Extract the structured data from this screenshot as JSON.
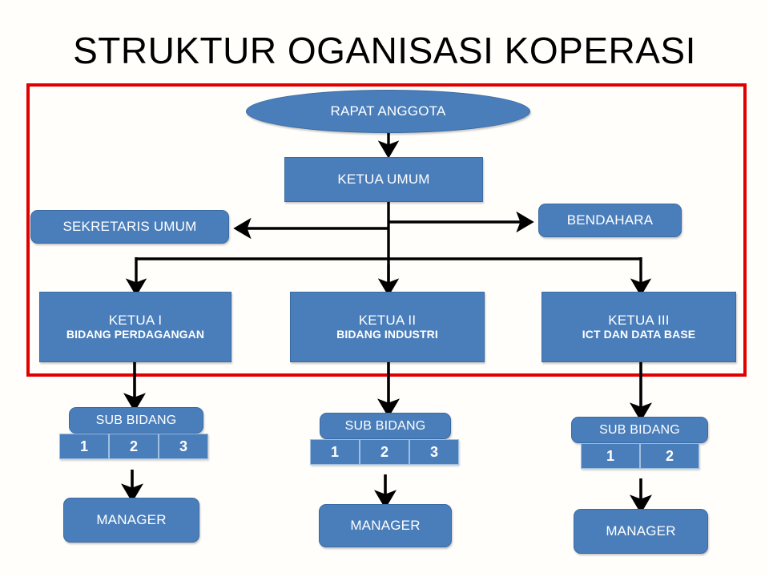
{
  "title": "STRUKTUR OGANISASI KOPERASI",
  "colors": {
    "node_fill": "#4a7ebb",
    "node_stroke": "#3a6aa3",
    "frame_red": "#e00000",
    "text_on_node": "#ffffff",
    "title_text": "#000000",
    "background": "#fffefb",
    "connector": "#000000"
  },
  "chart_data": {
    "type": "diagram",
    "subtype": "organizational-chart",
    "title": "STRUKTUR OGANISASI KOPERASI",
    "nodes": [
      {
        "id": "rapat_anggota",
        "label": "RAPAT ANGGOTA",
        "shape": "ellipse",
        "level": 0
      },
      {
        "id": "ketua_umum",
        "label": "KETUA UMUM",
        "shape": "rectangle",
        "level": 1
      },
      {
        "id": "sekretaris_umum",
        "label": "SEKRETARIS UMUM",
        "shape": "rounded-rectangle",
        "level": 2
      },
      {
        "id": "bendahara",
        "label": "BENDAHARA",
        "shape": "rounded-rectangle",
        "level": 2
      },
      {
        "id": "ketua_1",
        "label": "KETUA I",
        "sublabel": "BIDANG PERDAGANGAN",
        "shape": "rectangle",
        "level": 3
      },
      {
        "id": "ketua_2",
        "label": "KETUA II",
        "sublabel": "BIDANG INDUSTRI",
        "shape": "rectangle",
        "level": 3
      },
      {
        "id": "ketua_3",
        "label": "KETUA III",
        "sublabel": "ICT DAN DATA BASE",
        "shape": "rectangle",
        "level": 3
      },
      {
        "id": "sub_bidang_1",
        "label": "SUB BIDANG",
        "shape": "rounded-rectangle",
        "level": 4,
        "cells": [
          "1",
          "2",
          "3"
        ]
      },
      {
        "id": "sub_bidang_2",
        "label": "SUB BIDANG",
        "shape": "rounded-rectangle",
        "level": 4,
        "cells": [
          "1",
          "2",
          "3"
        ]
      },
      {
        "id": "sub_bidang_3",
        "label": "SUB BIDANG",
        "shape": "rounded-rectangle",
        "level": 4,
        "cells": [
          "1",
          "2"
        ]
      },
      {
        "id": "manager_1",
        "label": "MANAGER",
        "shape": "rounded-rectangle",
        "level": 5
      },
      {
        "id": "manager_2",
        "label": "MANAGER",
        "shape": "rounded-rectangle",
        "level": 5
      },
      {
        "id": "manager_3",
        "label": "MANAGER",
        "shape": "rounded-rectangle",
        "level": 5
      }
    ],
    "edges": [
      {
        "from": "rapat_anggota",
        "to": "ketua_umum",
        "arrow": true
      },
      {
        "from": "ketua_umum",
        "to": "sekretaris_umum",
        "arrow": true
      },
      {
        "from": "ketua_umum",
        "to": "bendahara",
        "arrow": true
      },
      {
        "from": "ketua_umum",
        "to": "ketua_1",
        "arrow": true
      },
      {
        "from": "ketua_umum",
        "to": "ketua_2",
        "arrow": true
      },
      {
        "from": "ketua_umum",
        "to": "ketua_3",
        "arrow": true
      },
      {
        "from": "ketua_1",
        "to": "sub_bidang_1",
        "arrow": true
      },
      {
        "from": "ketua_2",
        "to": "sub_bidang_2",
        "arrow": true
      },
      {
        "from": "ketua_3",
        "to": "sub_bidang_3",
        "arrow": true
      },
      {
        "from": "sub_bidang_1",
        "to": "manager_1",
        "arrow": true
      },
      {
        "from": "sub_bidang_2",
        "to": "manager_2",
        "arrow": true
      },
      {
        "from": "sub_bidang_3",
        "to": "manager_3",
        "arrow": true
      }
    ],
    "annotations": [
      {
        "type": "frame",
        "shape": "rectangle",
        "color": "#e00000",
        "encloses": [
          "rapat_anggota",
          "ketua_umum",
          "sekretaris_umum",
          "bendahara",
          "ketua_1",
          "ketua_2",
          "ketua_3"
        ]
      }
    ]
  },
  "nodes": {
    "rapat_anggota": {
      "label": "RAPAT ANGGOTA"
    },
    "ketua_umum": {
      "label": "KETUA UMUM"
    },
    "sekretaris_umum": {
      "label": "SEKRETARIS UMUM"
    },
    "bendahara": {
      "label": "BENDAHARA"
    },
    "ketua_1": {
      "label": "KETUA I",
      "sublabel": "BIDANG PERDAGANGAN"
    },
    "ketua_2": {
      "label": "KETUA II",
      "sublabel": "BIDANG INDUSTRI"
    },
    "ketua_3": {
      "label": "KETUA III",
      "sublabel": "ICT DAN DATA BASE"
    },
    "sub_bidang_1": {
      "label": "SUB BIDANG",
      "cells": [
        {
          "label": "1"
        },
        {
          "label": "2"
        },
        {
          "label": "3"
        }
      ]
    },
    "sub_bidang_2": {
      "label": "SUB BIDANG",
      "cells": [
        {
          "label": "1"
        },
        {
          "label": "2"
        },
        {
          "label": "3"
        }
      ]
    },
    "sub_bidang_3": {
      "label": "SUB BIDANG",
      "cells": [
        {
          "label": "1"
        },
        {
          "label": "2"
        }
      ]
    },
    "manager_1": {
      "label": "MANAGER"
    },
    "manager_2": {
      "label": "MANAGER"
    },
    "manager_3": {
      "label": "MANAGER"
    }
  }
}
